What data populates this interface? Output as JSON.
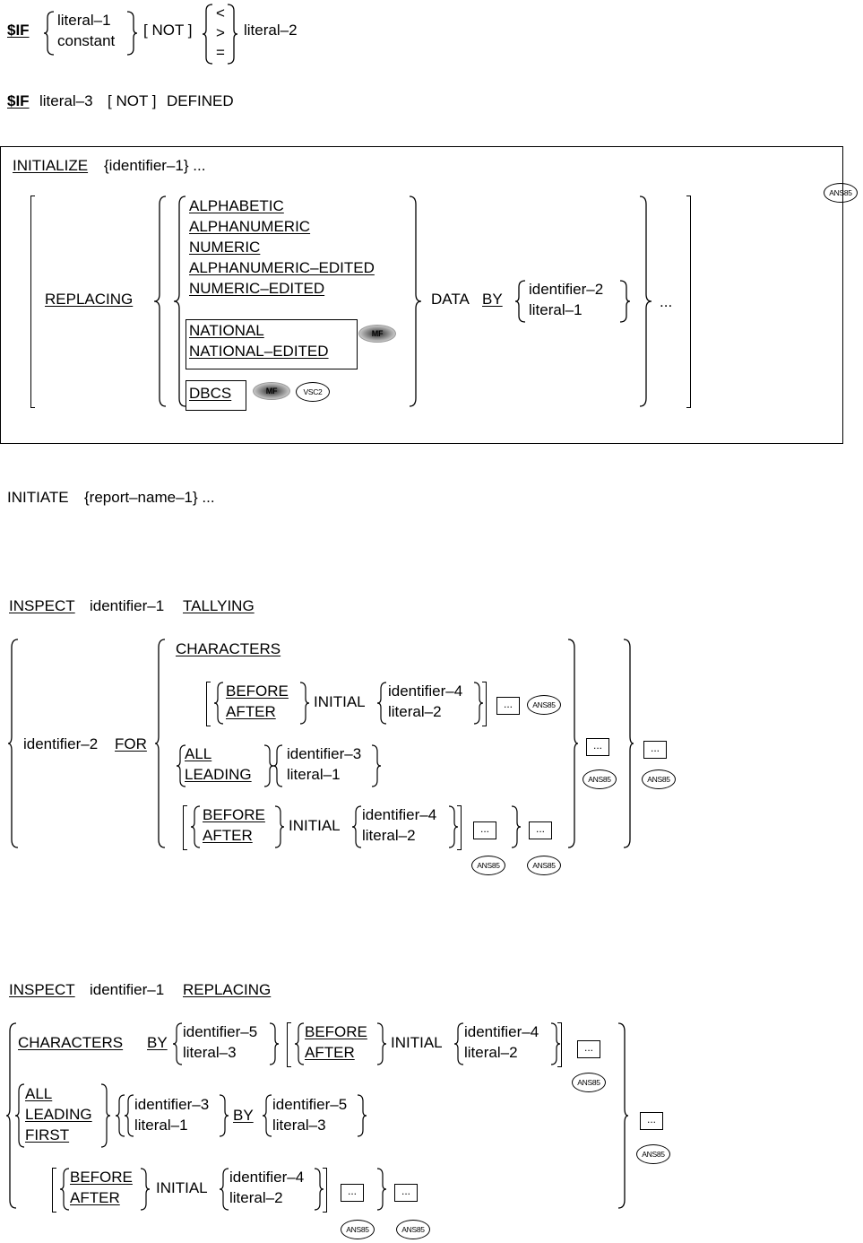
{
  "if1": {
    "kw": "$IF",
    "opt1": "literal–1",
    "opt2": "constant",
    "not": "[ NOT ]",
    "op1": "<",
    "op2": ">",
    "op3": "=",
    "tail": "literal–2"
  },
  "if2": {
    "kw": "$IF",
    "lit": "literal–3",
    "not": "[ NOT ]",
    "tail": "DEFINED"
  },
  "init": {
    "kw": "INITIALIZE",
    "arg": "{identifier–1} ...",
    "replacing": "REPLACING",
    "cats": [
      "ALPHABETIC",
      "ALPHANUMERIC",
      "NUMERIC",
      "ALPHANUMERIC–EDITED",
      "NUMERIC–EDITED"
    ],
    "nat1": "NATIONAL",
    "nat2": "NATIONAL–EDITED",
    "dbcs": "DBCS",
    "data": "DATA",
    "by": "BY",
    "opt1": "identifier–2",
    "opt2": "literal–1",
    "ell": "...",
    "badge_ans": "ANS85",
    "badge_mf": "MF",
    "badge_vsc2": "VSC2"
  },
  "initiate": {
    "kw": "INITIATE",
    "arg": "{report–name–1} ..."
  },
  "tally": {
    "kw": "INSPECT",
    "id": "identifier–1",
    "tallying": "TALLYING",
    "id2": "identifier–2",
    "for": "FOR",
    "characters": "CHARACTERS",
    "before": "BEFORE",
    "after": "AFTER",
    "initial": "INITIAL",
    "id4": "identifier–4",
    "lit2": "literal–2",
    "all": "ALL",
    "leading": "LEADING",
    "id3": "identifier–3",
    "lit1": "literal–1",
    "ell": "...",
    "ans": "ANS85"
  },
  "repl": {
    "kw": "INSPECT",
    "id": "identifier–1",
    "replacing": "REPLACING",
    "characters": "CHARACTERS",
    "by": "BY",
    "id5": "identifier–5",
    "lit3": "literal–3",
    "before": "BEFORE",
    "after": "AFTER",
    "initial": "INITIAL",
    "id4": "identifier–4",
    "lit2": "literal–2",
    "all": "ALL",
    "leading": "LEADING",
    "first": "FIRST",
    "id3": "identifier–3",
    "lit1": "literal–1",
    "ell": "...",
    "ans": "ANS85"
  }
}
